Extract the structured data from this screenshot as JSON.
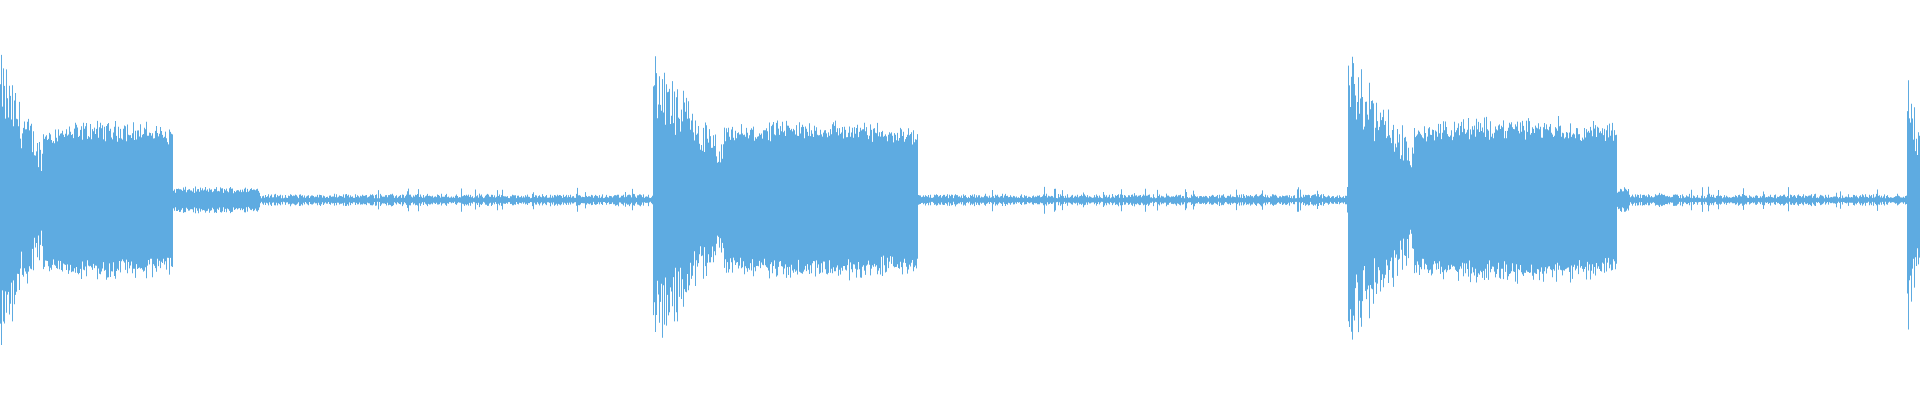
{
  "waveform": {
    "color": "#5eabe1",
    "background": "#ffffff",
    "segments": [
      {
        "kind": "burst",
        "start": 0.0,
        "attack_end": 0.022,
        "body_end": 0.09,
        "tail_end": 0.135,
        "peak": 0.95,
        "body": 0.5,
        "tail": 0.07
      },
      {
        "kind": "noise",
        "start": 0.135,
        "end": 0.34,
        "level": 0.03
      },
      {
        "kind": "burst",
        "start": 0.34,
        "attack_end": 0.377,
        "body_end": 0.478,
        "tail_end": 0.479,
        "peak": 0.95,
        "body": 0.5,
        "tail": 0.03
      },
      {
        "kind": "noise",
        "start": 0.479,
        "end": 0.702,
        "level": 0.03
      },
      {
        "kind": "burst",
        "start": 0.702,
        "attack_end": 0.736,
        "body_end": 0.842,
        "tail_end": 0.848,
        "peak": 0.95,
        "body": 0.52,
        "tail": 0.07
      },
      {
        "kind": "noise",
        "start": 0.848,
        "end": 0.993,
        "level": 0.03
      },
      {
        "kind": "burst",
        "start": 0.993,
        "attack_end": 1.0,
        "body_end": 1.0,
        "tail_end": 1.0,
        "peak": 0.95,
        "body": 0.55,
        "tail": 0.03
      }
    ]
  }
}
